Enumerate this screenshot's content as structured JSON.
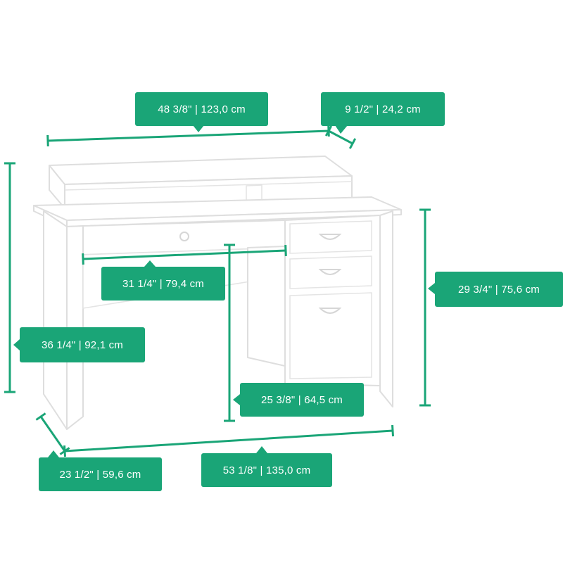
{
  "colors": {
    "accent": "#1aa577",
    "desk_outline": "#dedede"
  },
  "dimensions": {
    "hutch_width": "48 3/8\"  |  123,0 cm",
    "hutch_depth": "9 1/2\"  |  24,2 cm",
    "drawer_width": "31 1/4\"  |  79,4 cm",
    "desk_height": "29 3/4\"  |  75,6 cm",
    "overall_height": "36 1/4\"  |  92,1 cm",
    "knee_height": "25 3/8\"  |  64,5 cm",
    "desk_depth": "23 1/2\"  |  59,6 cm",
    "desk_width": "53 1/8\"  |  135,0 cm"
  }
}
